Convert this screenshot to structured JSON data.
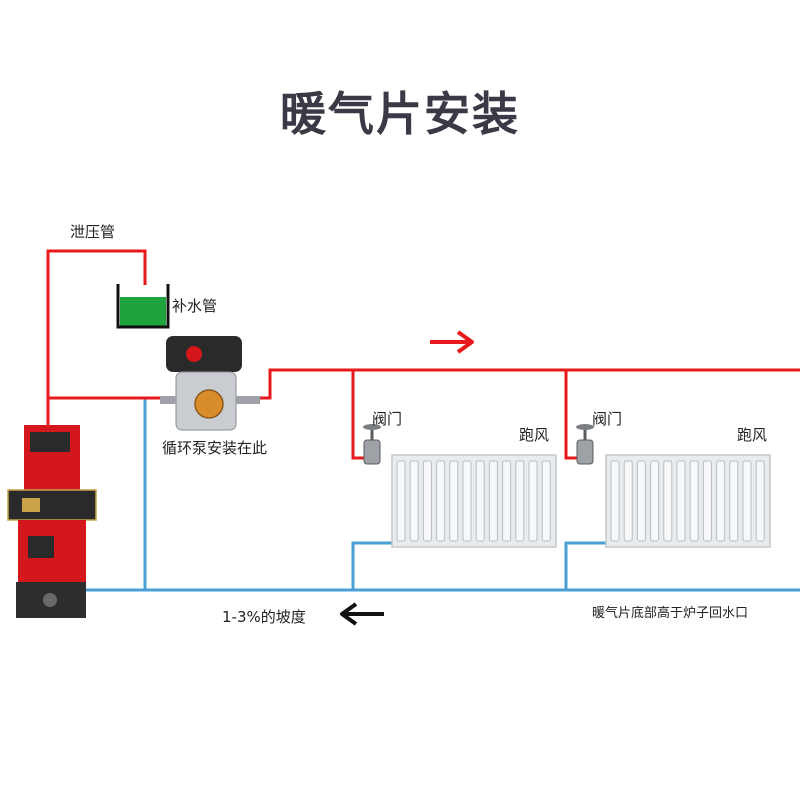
{
  "title": "暖气片安装",
  "labels": {
    "relief_pipe": "泄压管",
    "makeup_pipe": "补水管",
    "pump_note": "循环泵安装在此",
    "valve_1": "阀门",
    "valve_2": "阀门",
    "air_vent_1": "跑风",
    "air_vent_2": "跑风",
    "slope_note": "1-3%的坡度",
    "radiator_note": "暖气片底部高于炉子回水口"
  },
  "colors": {
    "supply_pipe": "#e8191c",
    "return_pipe": "#4a9fd4",
    "water": "#1fa33c",
    "radiator": "#e9ecee",
    "boiler": "#d4171c",
    "title": "#3a3a46"
  },
  "icons": {
    "flow_direction_supply": "arrow-right-icon",
    "flow_direction_return": "arrow-left-icon"
  }
}
